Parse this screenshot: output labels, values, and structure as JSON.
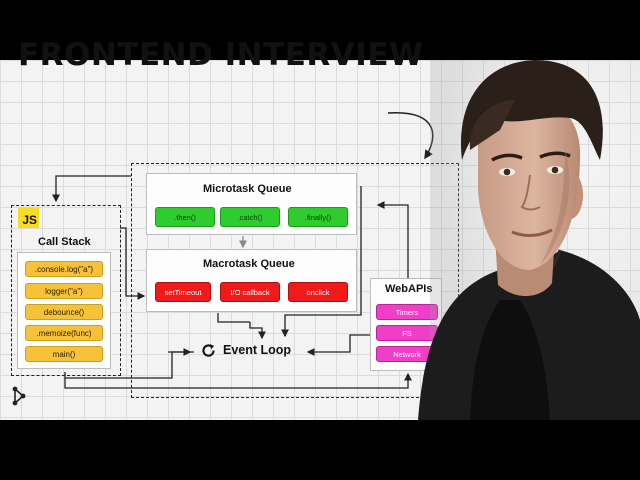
{
  "headline": "FRONTEND INTERVIEW",
  "call_stack": {
    "badge": "JS",
    "title": "Call Stack",
    "items": [
      ".console.log(\"a\")",
      "logger(\"a\")",
      "debounce()",
      ".memoize(func)",
      "main()"
    ]
  },
  "microtask_queue": {
    "title": "Microtask Queue",
    "items": [
      ".then()",
      ".catch()",
      ".finally()"
    ]
  },
  "macrotask_queue": {
    "title": "Macrotask Queue",
    "items": [
      "setTimeout",
      "I/O callback",
      "onclick"
    ]
  },
  "web_apis": {
    "title": "WebAPIs",
    "items": [
      "Timers",
      "FS",
      "Network"
    ]
  },
  "event_loop": {
    "label": "Event Loop"
  },
  "icons": {
    "event_loop": "refresh-icon",
    "logo": "network-logo-icon"
  },
  "colors": {
    "micro": "#2ecc2e",
    "macro": "#f01a1a",
    "webapi": "#f03ec8",
    "stack": "#f7c23a",
    "js_badge": "#f6dd1e"
  }
}
